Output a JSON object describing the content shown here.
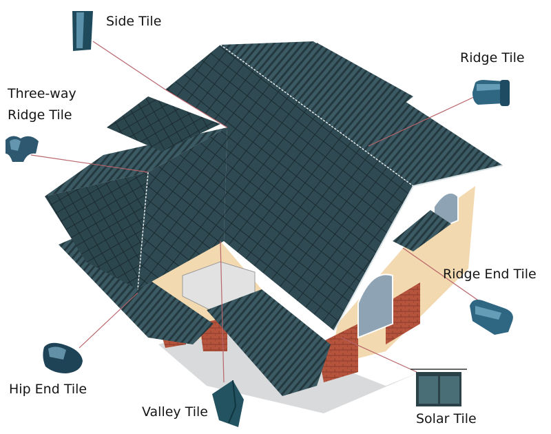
{
  "diagram": {
    "subject": "House roof tile components",
    "colors": {
      "roof": "#2f4a52",
      "roof_dark": "#1f343b",
      "roof_grid": "#1a2b30",
      "wall": "#f3d9b0",
      "brick": "#b5533c",
      "leader_line": "#b8646a",
      "tile_blue": "#3a6f88"
    },
    "labels": [
      {
        "id": "side-tile",
        "text": "Side Tile"
      },
      {
        "id": "three-way-ridge-tile",
        "line1": "Three-way",
        "line2": "Ridge Tile"
      },
      {
        "id": "ridge-tile",
        "text": "Ridge Tile"
      },
      {
        "id": "ridge-end-tile",
        "text": "Ridge End Tile"
      },
      {
        "id": "hip-end-tile",
        "text": "Hip End Tile"
      },
      {
        "id": "valley-tile",
        "text": "Valley Tile"
      },
      {
        "id": "solar-tile",
        "text": "Solar Tile"
      }
    ]
  }
}
